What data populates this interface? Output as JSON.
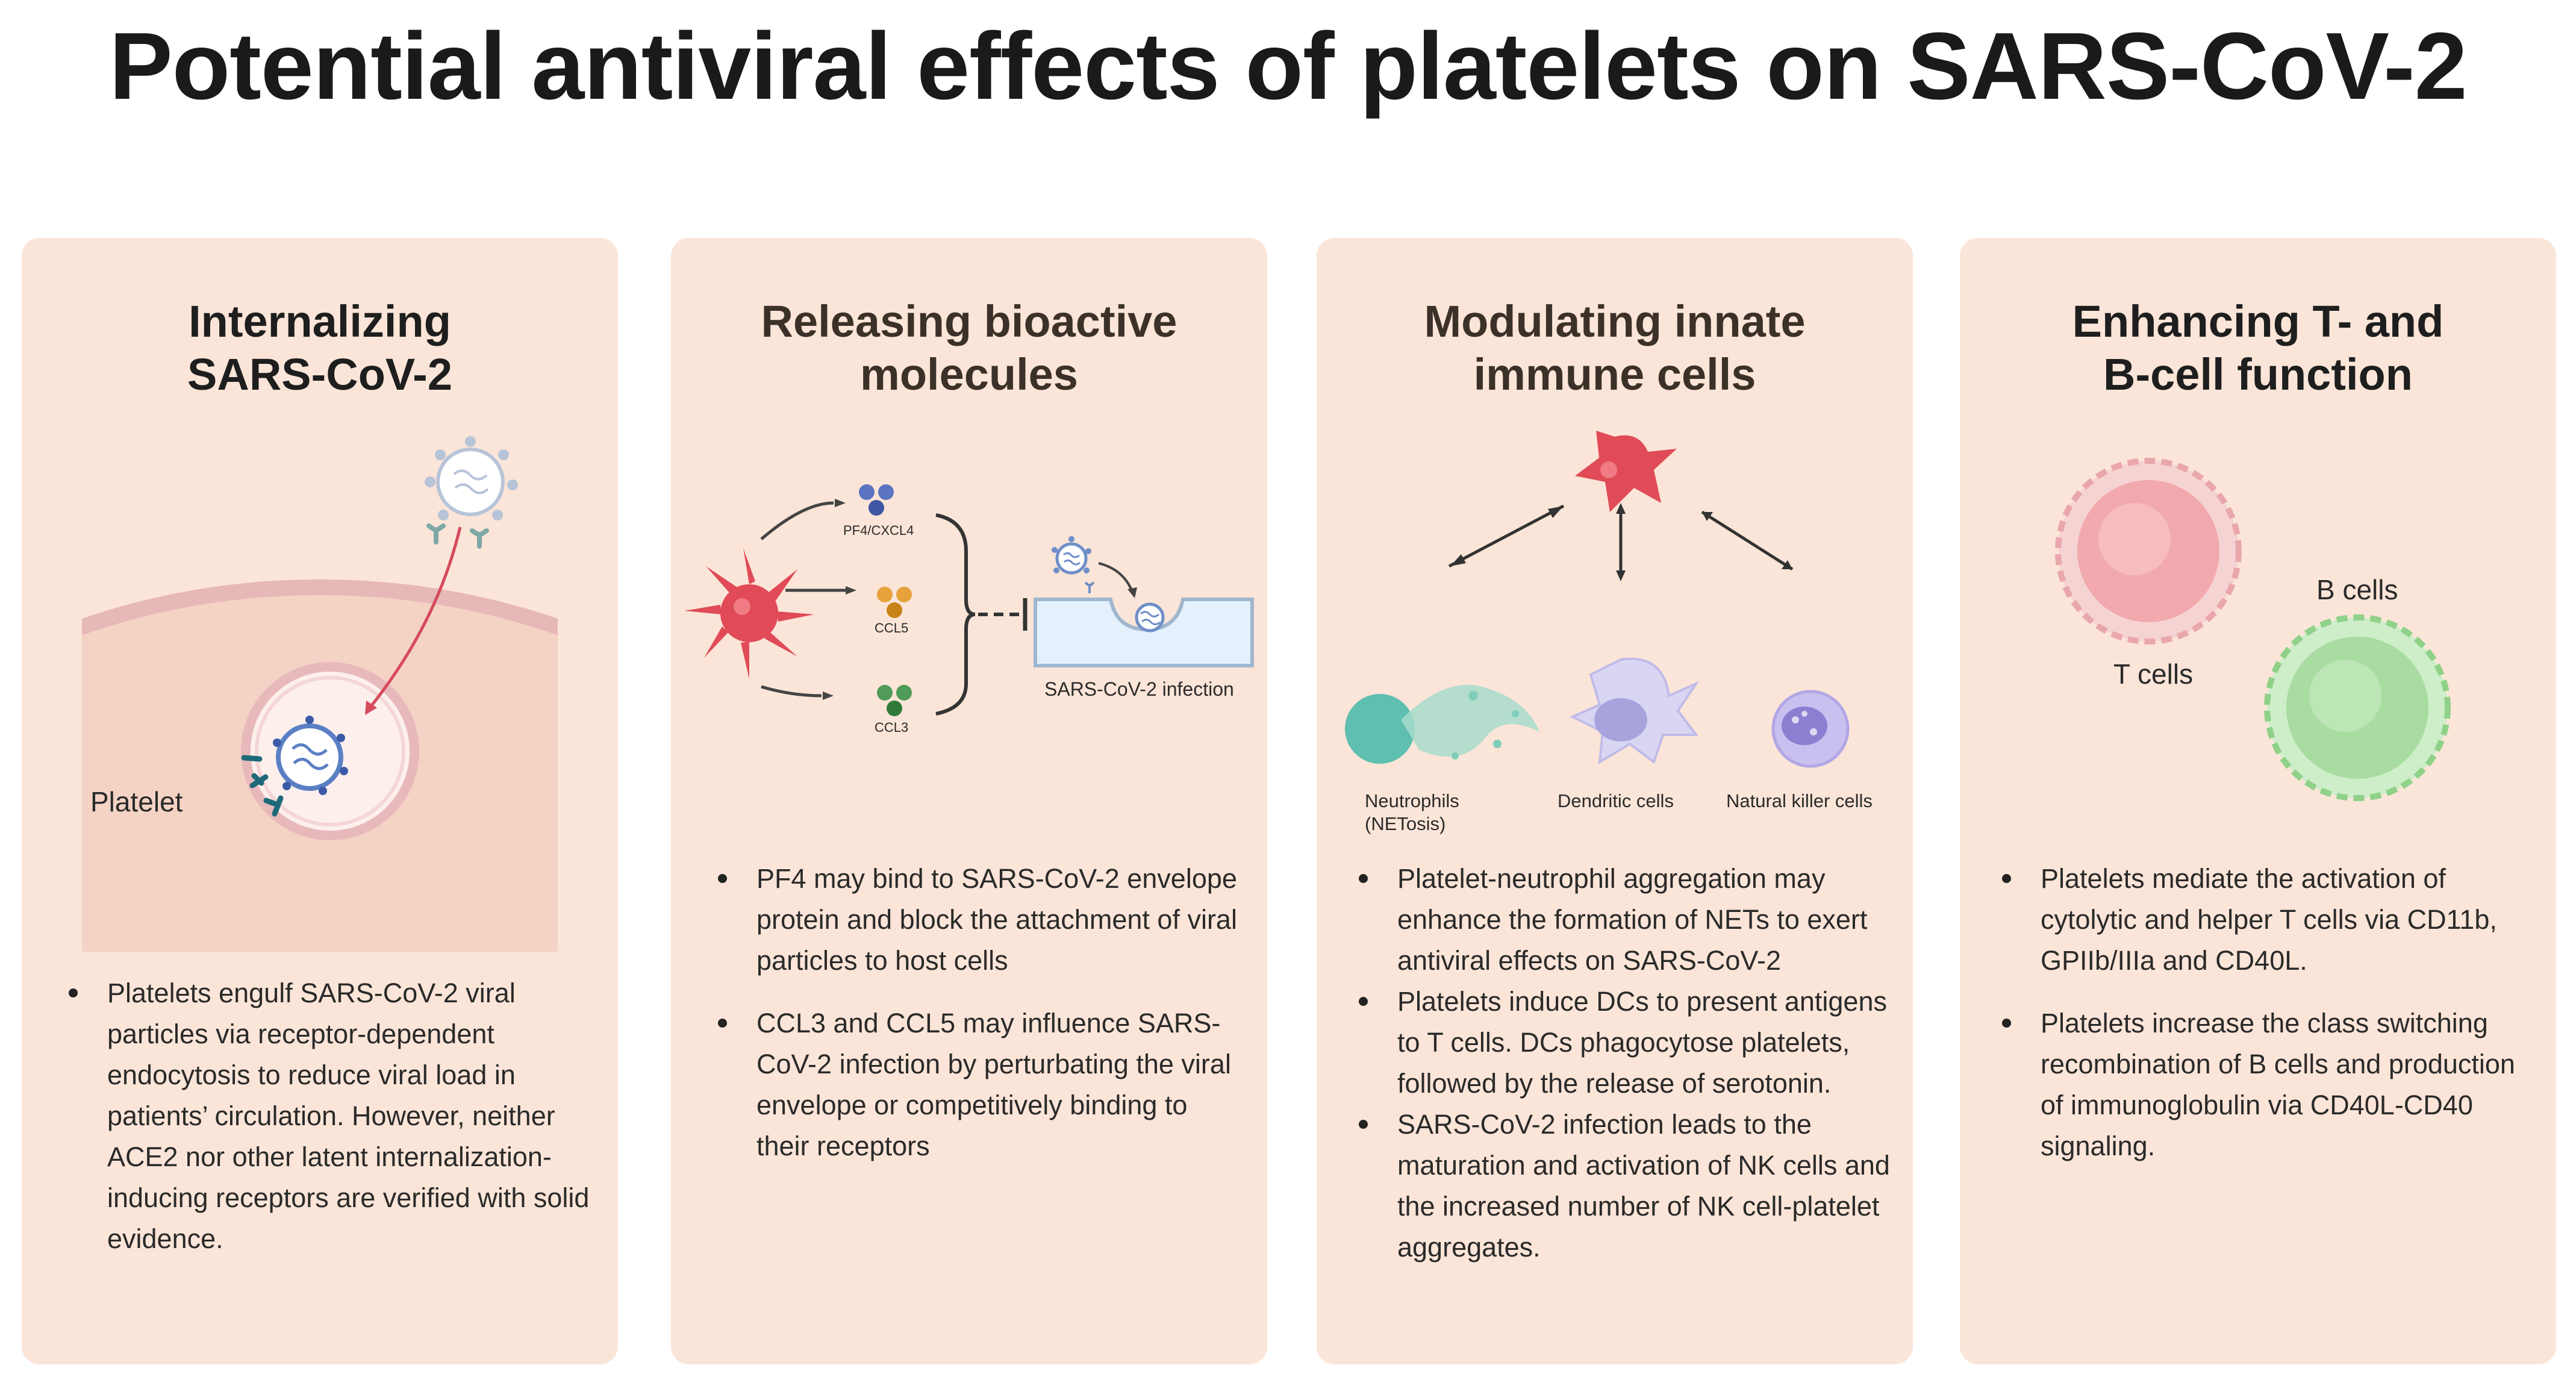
{
  "title": "Potential antiviral effects of platelets on SARS-CoV-2",
  "colors": {
    "panel_bg": "#fbe5d8",
    "platelet_red": "#e04b57",
    "virus_blue": "#6f8fc9",
    "t_cell_pink": "#f2a9ad",
    "b_cell_green": "#a8dca0",
    "neutrophil_teal": "#5fbfb0",
    "dendritic_lilac": "#c7c2ea",
    "nk_purple": "#a99be0"
  },
  "panels": [
    {
      "title": "Internalizing\nSARS-CoV-2",
      "labels": {
        "platelet": "Platelet"
      },
      "bullets": [
        "Platelets engulf SARS-CoV-2 viral particles via receptor-dependent endocytosis to reduce viral load in patients’ circulation. However, neither ACE2 nor other latent internalization-inducing receptors are verified with solid evidence."
      ]
    },
    {
      "title": "Releasing bioactive\nmolecules",
      "labels": {
        "pf4": "PF4/CXCL4",
        "ccl5": "CCL5",
        "ccl3": "CCL3",
        "infection": "SARS-CoV-2 infection"
      },
      "bullets": [
        "PF4 may bind to SARS-CoV-2 envelope protein and block the attachment of viral particles to host cells",
        "CCL3 and CCL5 may influence SARS-CoV-2 infection by perturbating the viral envelope or competitively binding to their receptors"
      ]
    },
    {
      "title": "Modulating innate\nimmune cells",
      "labels": {
        "neutrophils": "Neutrophils",
        "netosis": "(NETosis)",
        "dendritic": "Dendritic cells",
        "nk": "Natural killer cells"
      },
      "bullets": [
        "Platelet-neutrophil aggregation may enhance the formation of NETs to exert antiviral effects on SARS-CoV-2",
        "Platelets induce DCs to present antigens to T cells. DCs phagocytose platelets, followed by the release of serotonin.",
        "SARS-CoV-2 infection leads to the maturation and activation of NK cells and the increased number of NK cell-platelet aggregates."
      ]
    },
    {
      "title": "Enhancing T- and\nB-cell function",
      "labels": {
        "t_cells": "T cells",
        "b_cells": "B cells"
      },
      "bullets": [
        "Platelets mediate the activation of cytolytic and helper T cells via CD11b, GPIIb/IIIa and CD40L.",
        "Platelets increase the class switching recombination of B cells and production of immunoglobulin via CD40L-CD40 signaling."
      ]
    }
  ]
}
